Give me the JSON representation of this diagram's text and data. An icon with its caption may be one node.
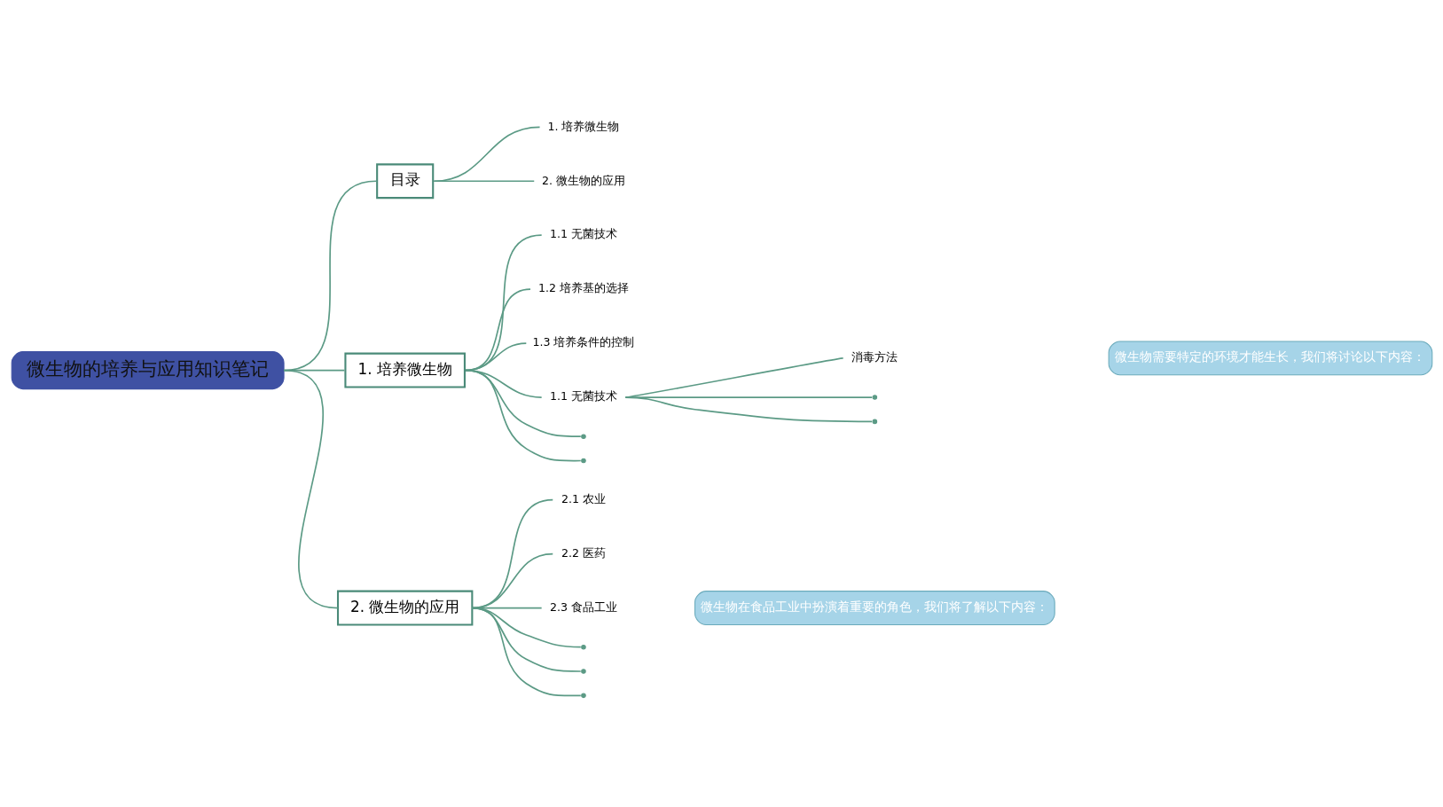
{
  "diagram": {
    "nodes": [
      {
        "text": [
          "微生物的培养与应用知识笔记"
        ]
      },
      {
        "text": [
          "目录"
        ]
      },
      {
        "text": [
          "1. 培养微生物"
        ]
      },
      {
        "text": [
          "2. 微生物的应用"
        ]
      },
      {
        "text": [
          "1. 培养微生物"
        ]
      },
      {
        "text": [
          "1.1 无菌技术"
        ]
      },
      {
        "text": [
          "1.2 培养基的选择"
        ]
      },
      {
        "text": [
          "1.3 培养条件的控制"
        ]
      },
      {
        "text": [
          "1.1 无菌技术"
        ]
      },
      {
        "text": [
          "消毒方法"
        ]
      },
      {
        "text": [
          "2. 微生物的应用"
        ]
      },
      {
        "text": [
          "2.1 农业"
        ]
      },
      {
        "text": [
          "2.2 医药"
        ]
      },
      {
        "text": [
          "2.3 食品工业"
        ]
      },
      {
        "text": [
          "微生物需要特定的环境才能生长，我们将讨论以下内容："
        ]
      },
      {
        "text": [
          "微生物在食品工业中扮演着重要的角色，我们将了解以下内容："
        ]
      },
      {
        "text": [],
        "shape": "point"
      },
      {
        "text": [],
        "shape": "point"
      },
      {
        "text": [],
        "shape": "point"
      },
      {
        "text": [],
        "shape": "point"
      },
      {
        "text": [],
        "shape": "point"
      },
      {
        "text": [],
        "shape": "point"
      },
      {
        "text": [],
        "shape": "point"
      }
    ],
    "edges": [
      {
        "from": 0,
        "to": 1,
        "arrow": "none"
      },
      {
        "from": 1,
        "to": 2,
        "arrow": "none"
      },
      {
        "from": 1,
        "to": 3,
        "arrow": "none"
      },
      {
        "from": 0,
        "to": 4,
        "arrow": "none"
      },
      {
        "from": 4,
        "to": 5,
        "arrow": "none"
      },
      {
        "from": 4,
        "to": 6,
        "arrow": "none"
      },
      {
        "from": 4,
        "to": 7,
        "arrow": "none"
      },
      {
        "from": 4,
        "to": 8,
        "arrow": "none"
      },
      {
        "from": 8,
        "to": 9,
        "arrow": "none"
      },
      {
        "from": 8,
        "to": 16,
        "arrow": "none"
      },
      {
        "from": 8,
        "to": 17,
        "arrow": "none"
      },
      {
        "from": 4,
        "to": 18,
        "arrow": "none"
      },
      {
        "from": 4,
        "to": 19,
        "arrow": "none"
      },
      {
        "from": 0,
        "to": 10,
        "arrow": "none"
      },
      {
        "from": 10,
        "to": 11,
        "arrow": "none"
      },
      {
        "from": 10,
        "to": 12,
        "arrow": "none"
      },
      {
        "from": 10,
        "to": 13,
        "arrow": "none"
      },
      {
        "from": 10,
        "to": 20,
        "arrow": "none"
      },
      {
        "from": 10,
        "to": 21,
        "arrow": "none"
      },
      {
        "from": 10,
        "to": 22,
        "arrow": "none"
      }
    ]
  }
}
